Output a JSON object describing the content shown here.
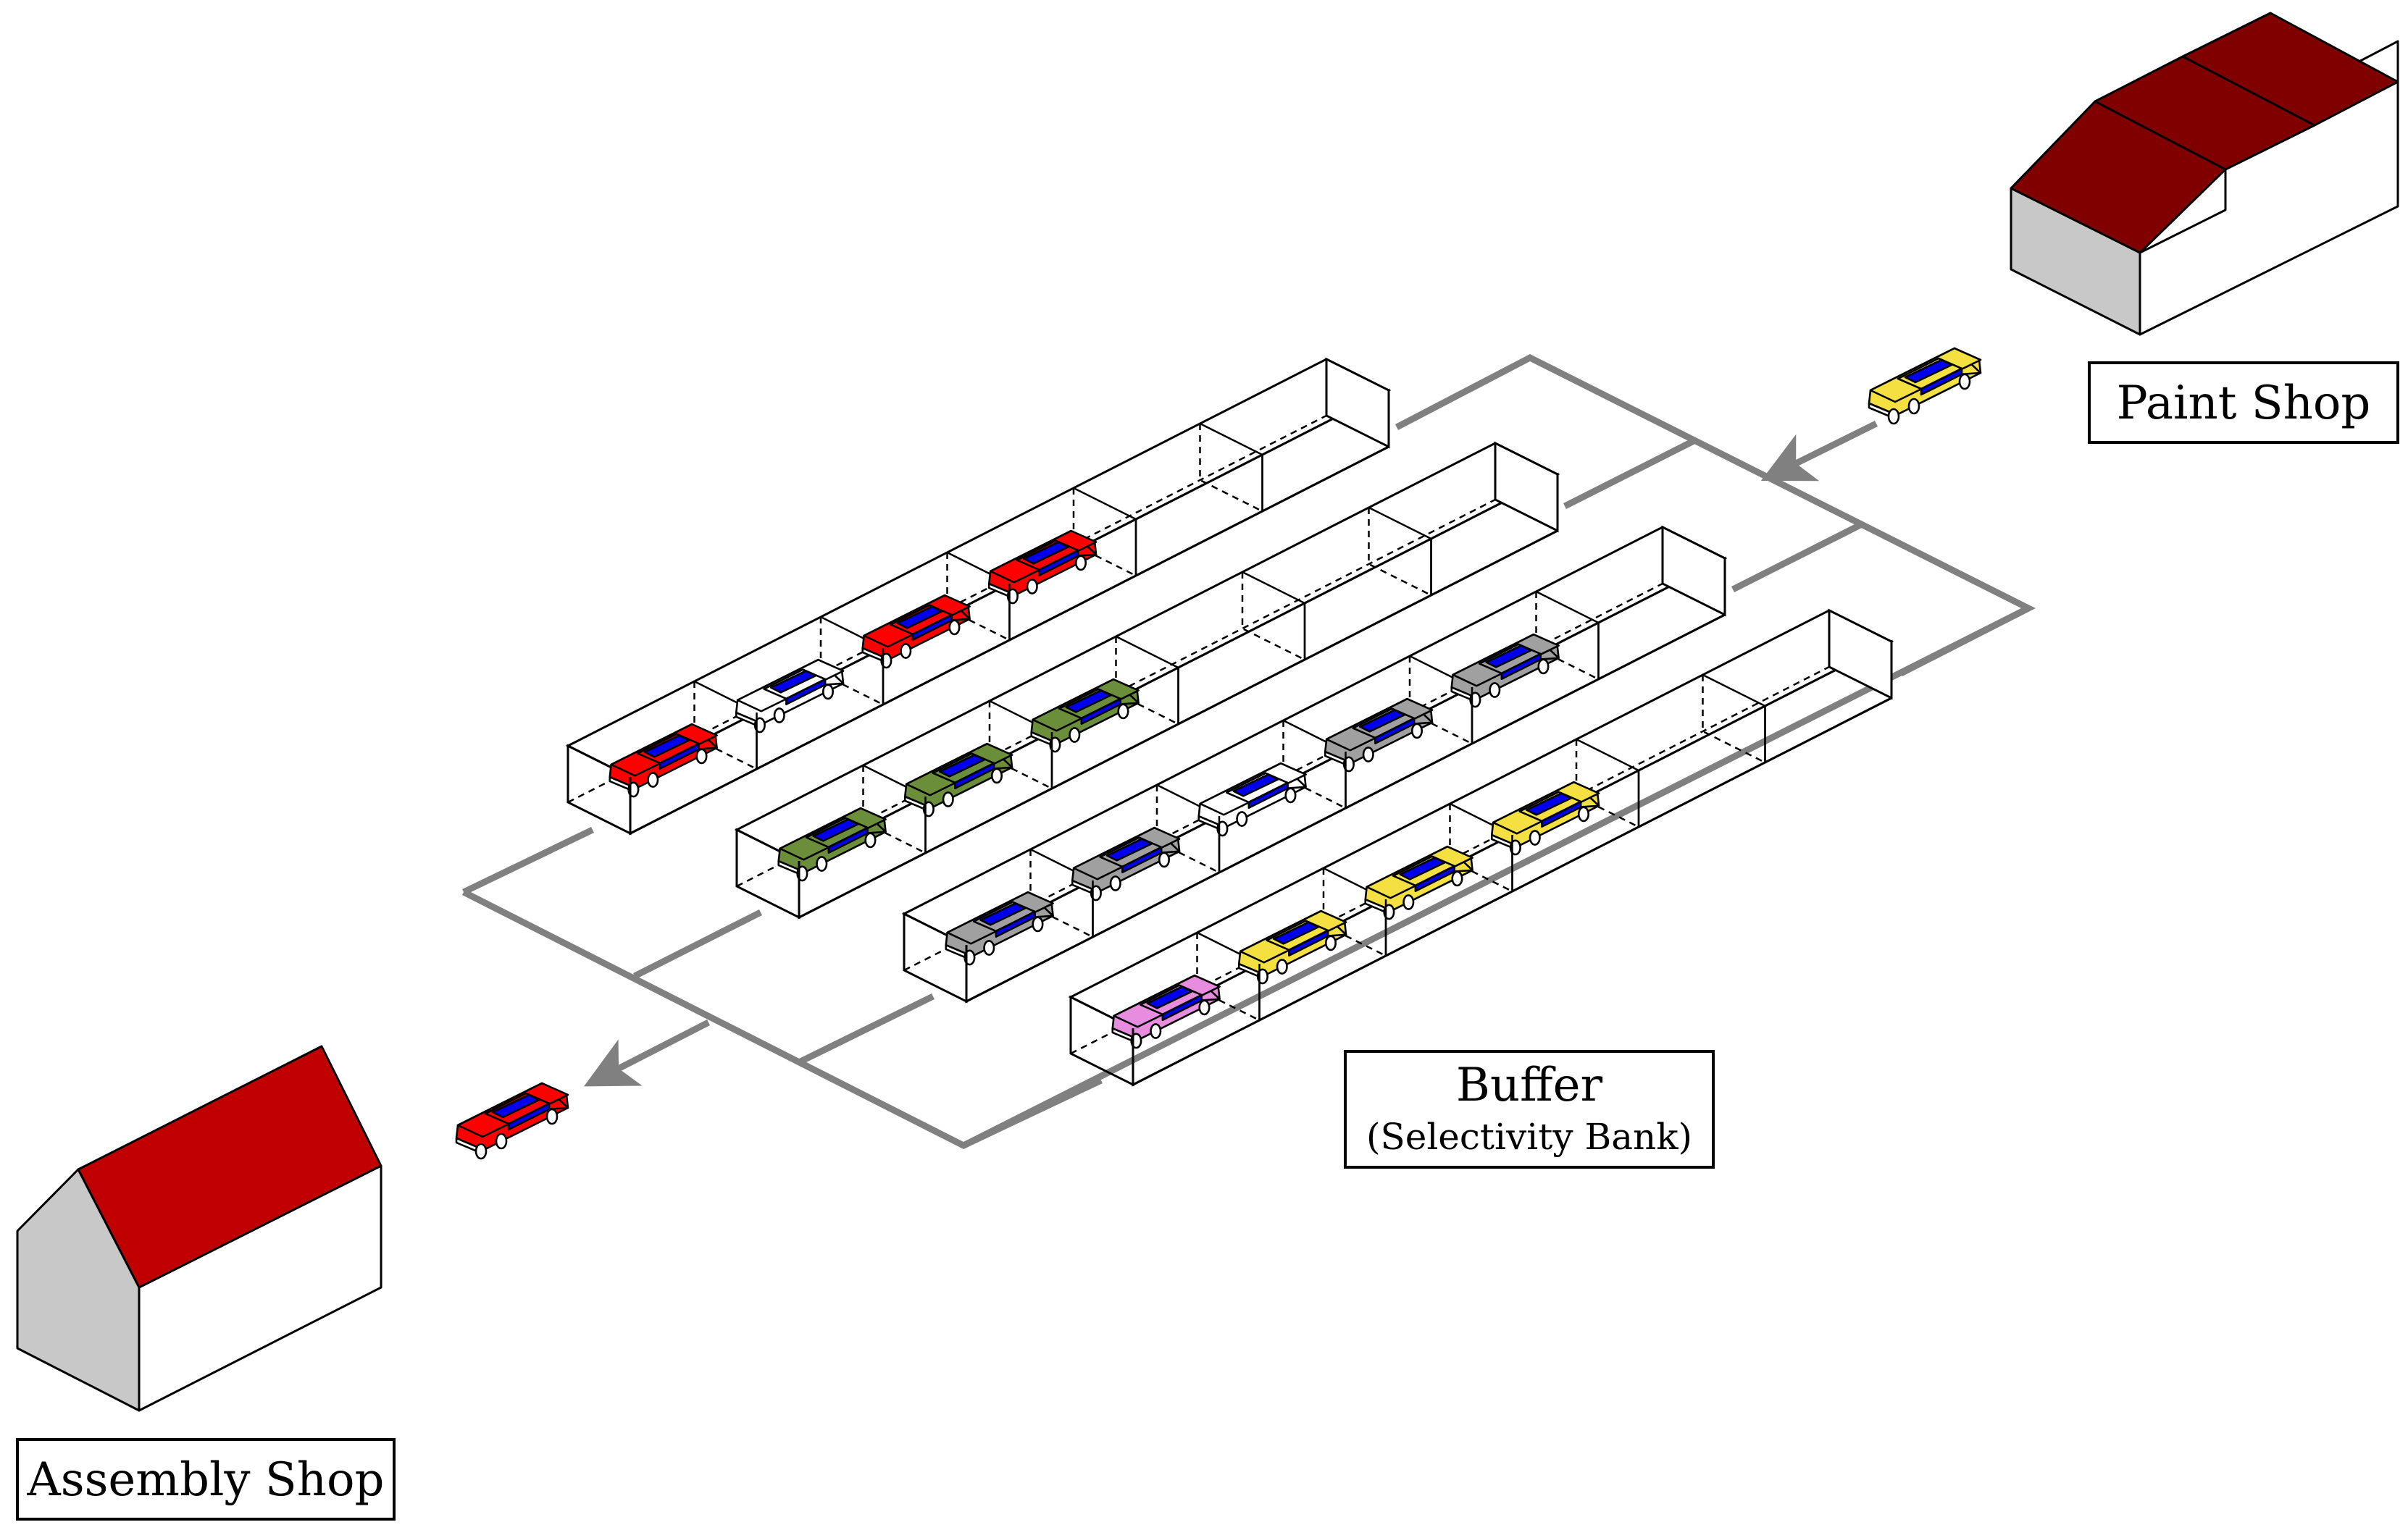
{
  "labels": {
    "paint_shop": "Paint Shop",
    "assembly_shop": "Assembly Shop",
    "buffer_title": "Buffer",
    "buffer_subtitle": "(Selectivity Bank)"
  },
  "colors": {
    "track": "#808080",
    "red": "#ff0000",
    "white": "#ffffff",
    "green": "#6b8e3a",
    "gray": "#a0a0a0",
    "yellow": "#f5e042",
    "pink": "#e88ce0",
    "window": "#0000ee",
    "paint_roof": "#800000",
    "assembly_roof": "#c00000",
    "wall_side": "#c8c8c8"
  },
  "buffer_lanes": [
    {
      "name": "lane-1",
      "cars": [
        "red",
        "white",
        "red",
        "red",
        null,
        null
      ]
    },
    {
      "name": "lane-2",
      "cars": [
        "green",
        "green",
        "green",
        null,
        null,
        null
      ]
    },
    {
      "name": "lane-3",
      "cars": [
        "gray",
        "gray",
        "white",
        "gray",
        "gray",
        null
      ]
    },
    {
      "name": "lane-4",
      "cars": [
        "pink",
        "yellow",
        "yellow",
        "yellow",
        null,
        null
      ]
    }
  ],
  "incoming_car": "yellow",
  "outgoing_car": "red"
}
